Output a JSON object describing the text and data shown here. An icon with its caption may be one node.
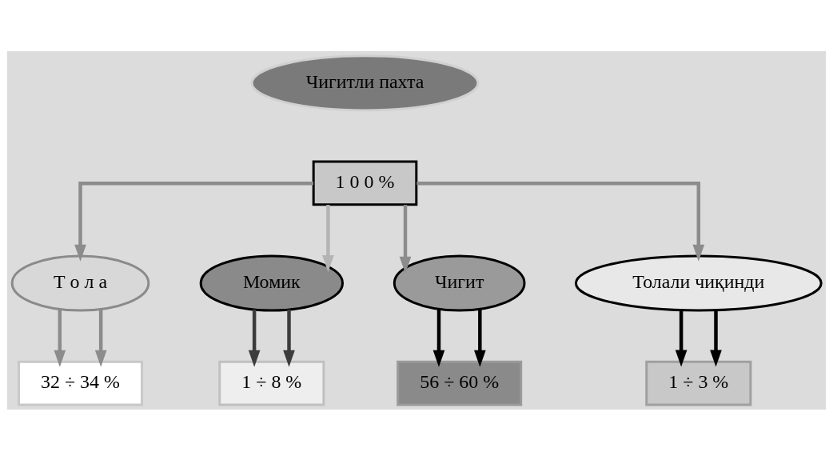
{
  "diagram": {
    "nodes": [
      {
        "text": [
          "Чигитли пахта"
        ]
      },
      {
        "text": [
          "1 0 0 %"
        ]
      },
      {
        "text": [
          "Т о л а"
        ]
      },
      {
        "text": [
          "32 ÷ 34 %"
        ]
      },
      {
        "text": [
          "Момик"
        ]
      },
      {
        "text": [
          "1 ÷ 8 %"
        ]
      },
      {
        "text": [
          "Чигит"
        ]
      },
      {
        "text": [
          "56 ÷ 60 %"
        ]
      },
      {
        "text": [
          "Толали чиқинди"
        ]
      },
      {
        "text": [
          "1 ÷ 3 %"
        ]
      }
    ],
    "edges": [
      {
        "from": 1,
        "to": 2,
        "arrow": "to"
      },
      {
        "from": 1,
        "to": 4,
        "arrow": "to",
        "color": "#b4b4b4"
      },
      {
        "from": 1,
        "to": 6,
        "arrow": "to"
      },
      {
        "from": 1,
        "to": 8,
        "arrow": "to"
      },
      {
        "from": 2,
        "to": 3,
        "arrow": "to"
      },
      {
        "from": 2,
        "to": 3,
        "arrow": "to"
      },
      {
        "from": 4,
        "to": 5,
        "arrow": "to",
        "color": "#3c3c3c"
      },
      {
        "from": 4,
        "to": 5,
        "arrow": "to",
        "color": "#3c3c3c"
      },
      {
        "from": 6,
        "to": 7,
        "arrow": "to",
        "color": "#000000"
      },
      {
        "from": 6,
        "to": 7,
        "arrow": "to",
        "color": "#000000"
      },
      {
        "from": 8,
        "to": 9,
        "arrow": "to",
        "color": "#000000"
      },
      {
        "from": 8,
        "to": 9,
        "arrow": "to",
        "color": "#000000"
      }
    ]
  }
}
